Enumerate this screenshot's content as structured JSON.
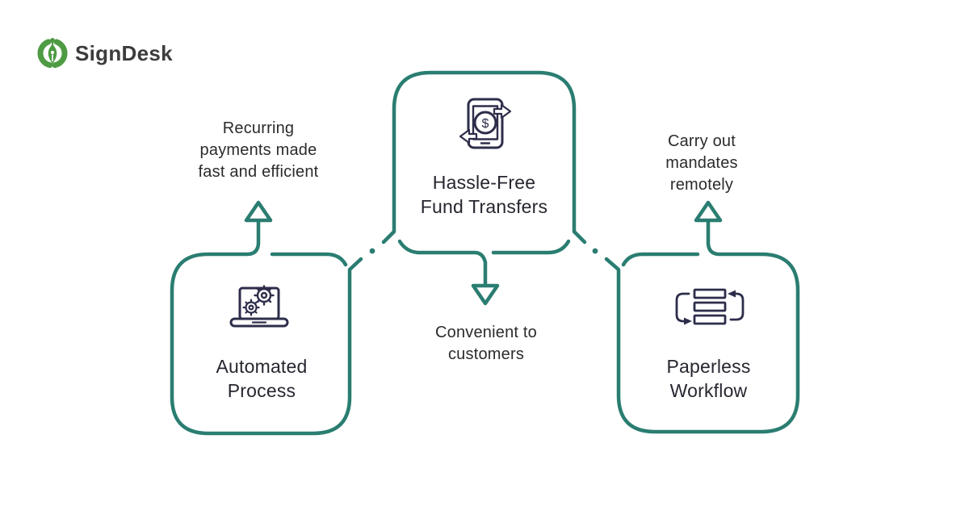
{
  "colors": {
    "teal_accent": "#2A7D71",
    "icon_navy": "#2D2D4B",
    "logo_green": "#4E9B44",
    "text_dark": "#2B2B2B"
  },
  "logo": {
    "name": "SignDesk"
  },
  "nodes": [
    {
      "id": "fund-transfers",
      "title": "Hassle-Free\nFund Transfers",
      "icon": "phone-money-transfer-icon"
    },
    {
      "id": "automated-process",
      "title": "Automated\nProcess",
      "icon": "laptop-gears-icon"
    },
    {
      "id": "paperless-workflow",
      "title": "Paperless\nWorkflow",
      "icon": "workflow-cycle-icon"
    }
  ],
  "annotations": [
    {
      "id": "recurring",
      "text": "Recurring\npayments made\nfast and efficient"
    },
    {
      "id": "carry-out",
      "text": "Carry out\nmandates\nremotely"
    },
    {
      "id": "convenient",
      "text": "Convenient to\ncustomers"
    }
  ],
  "icons": {
    "dollar": "$"
  }
}
